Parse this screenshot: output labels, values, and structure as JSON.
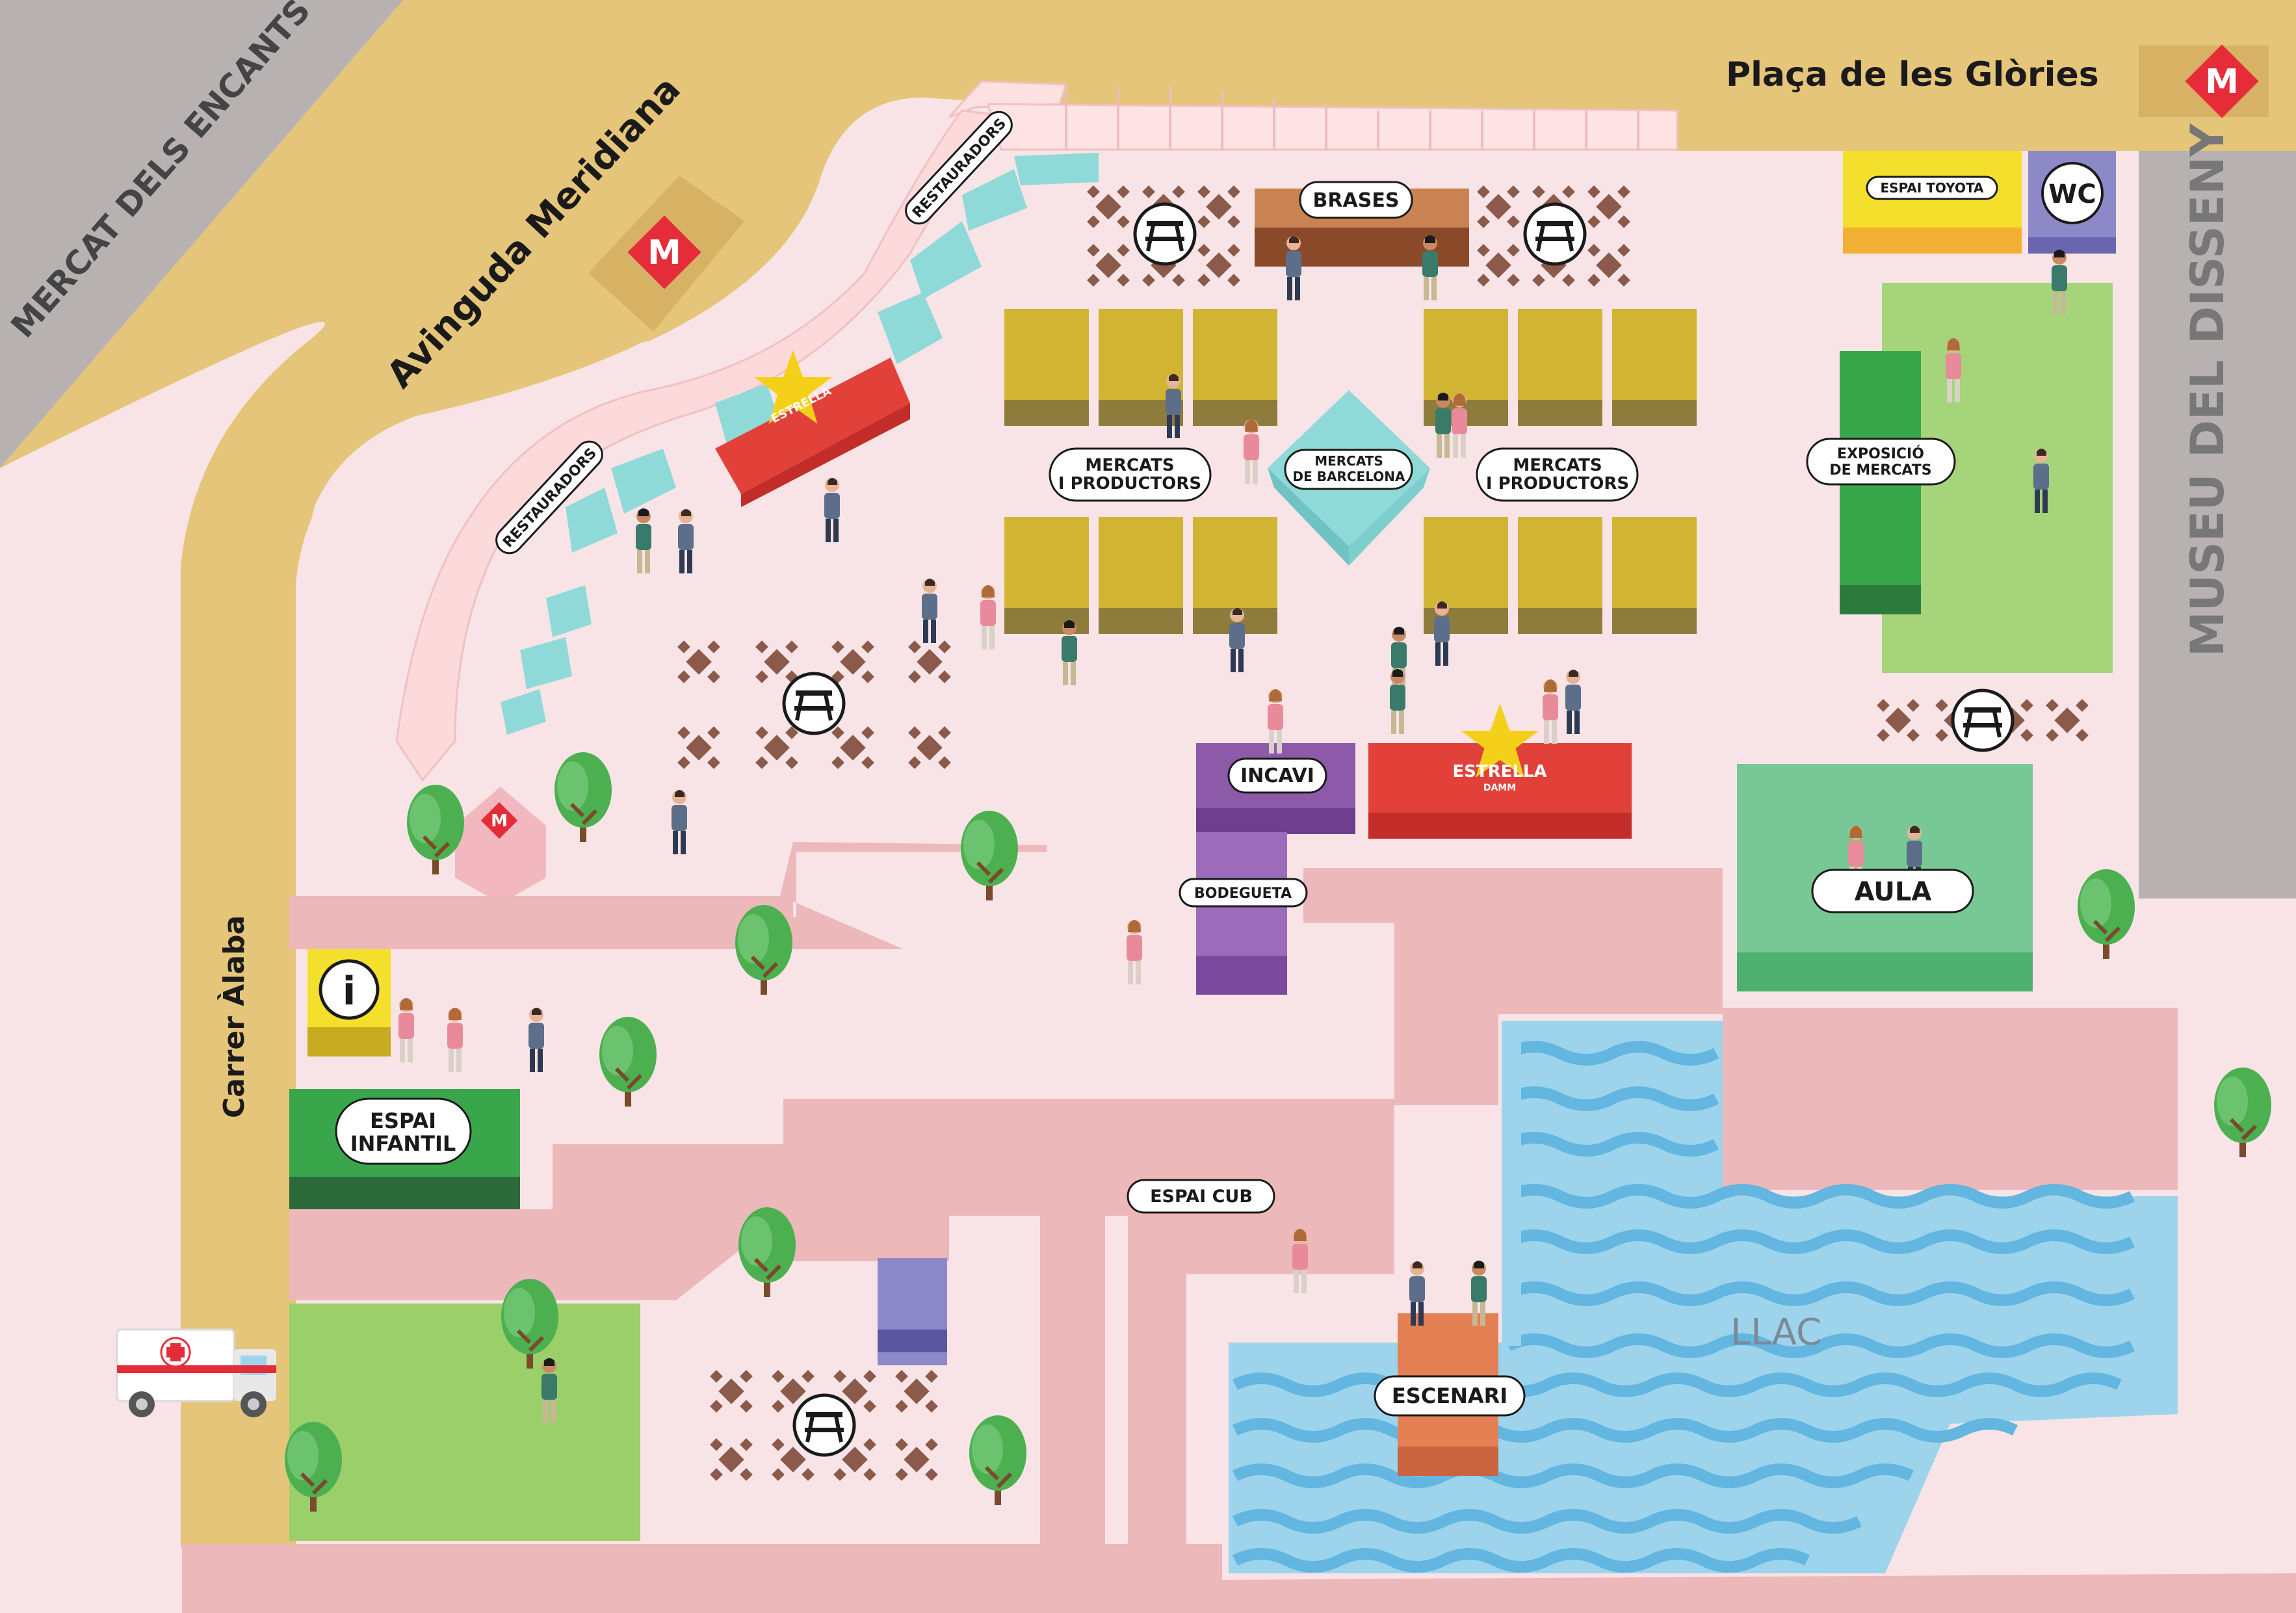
{
  "streets": {
    "placa_glories": "Plaça de les Glòries",
    "avinguda_meridiana": "Avinguda Meridiana",
    "mercat_encants": "MERCAT DELS ENCANTS",
    "carrer_alaba": "Carrer Àlaba",
    "museu_disseny": "MUSEU DEL DISSENY"
  },
  "metro": {
    "label": "M",
    "color": "#e52d3a"
  },
  "labels": {
    "restauradors_1": "RESTAURADORS",
    "restauradors_2": "RESTAURADORS",
    "brases": "BRASES",
    "espai_toyota": "ESPAI TOYOTA",
    "wc": "WC",
    "mercats_productors_1_l1": "MERCATS",
    "mercats_productors_1_l2": "I PRODUCTORS",
    "mercats_productors_2_l1": "MERCATS",
    "mercats_productors_2_l2": "I PRODUCTORS",
    "mercats_barcelona_l1": "MERCATS",
    "mercats_barcelona_l2": "DE BARCELONA",
    "exposicio_l1": "EXPOSICIÓ",
    "exposicio_l2": "DE MERCATS",
    "incavi": "INCAVI",
    "bodegueta": "BODEGUETA",
    "aula": "AULA",
    "espai_infantil_l1": "ESPAI",
    "espai_infantil_l2": "INFANTIL",
    "espai_cub": "ESPAI CUB",
    "escenari": "ESCENARI",
    "llac": "LLAC",
    "info": "i"
  },
  "brand": {
    "estrella_l1": "ESTRELLA",
    "estrella_l2": "DAMM"
  },
  "colors": {
    "road": "#e5c57a",
    "ground": "#f8e4e6",
    "path": "#ecb8ba",
    "water": "#9dd4ec",
    "grass_light": "#9bcf6a",
    "grass_mid": "#a5d47a",
    "grass_dark": "#3aa64c",
    "aula": "#78c895",
    "market_stall": "#d2b433",
    "mercats_bcn": "#8fdad8",
    "brases": "#a36643",
    "incavi": "#8d5aaa",
    "estrella": "#e2413a",
    "toyota": "#f4e02c",
    "wc": "#8d88c8",
    "museum": "#b7b1b2",
    "encants": "#b7b1b2",
    "escenari": "#e48054"
  },
  "icons": [
    "picnic-table-icon",
    "metro-icon",
    "info-icon",
    "ambulance-icon",
    "tree-icon",
    "person-icon",
    "estrella-damm-logo"
  ]
}
